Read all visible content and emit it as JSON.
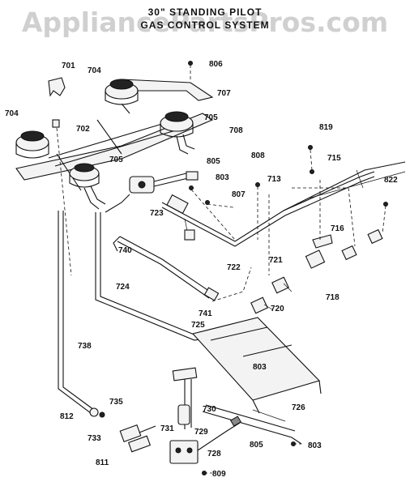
{
  "title": {
    "line1": "30\" STANDING   PILOT",
    "line2": "GAS CONTROL SYSTEM"
  },
  "watermark": "AppliancePartsPros.com",
  "part_labels": {
    "p701": "701",
    "p702": "702",
    "p704a": "704",
    "p704b": "704",
    "p705a": "705",
    "p705b": "705",
    "p706": "806",
    "p707": "707",
    "p708": "708",
    "p805a": "805",
    "p803a": "803",
    "p807": "807",
    "p808": "808",
    "p713": "713",
    "p819": "819",
    "p715": "715",
    "p822": "822",
    "p723": "723",
    "p716": "716",
    "p740": "740",
    "p722": "722",
    "p721": "721",
    "p718": "718",
    "p724": "724",
    "p741": "741",
    "p720": "720",
    "p725": "725",
    "p738": "738",
    "p803b": "803",
    "p726": "726",
    "p735": "735",
    "p730": "730",
    "p812": "812",
    "p731": "731",
    "p729": "729",
    "p733": "733",
    "p805b": "805",
    "p803c": "803",
    "p728": "728",
    "p811": "811",
    "p809": "809"
  }
}
